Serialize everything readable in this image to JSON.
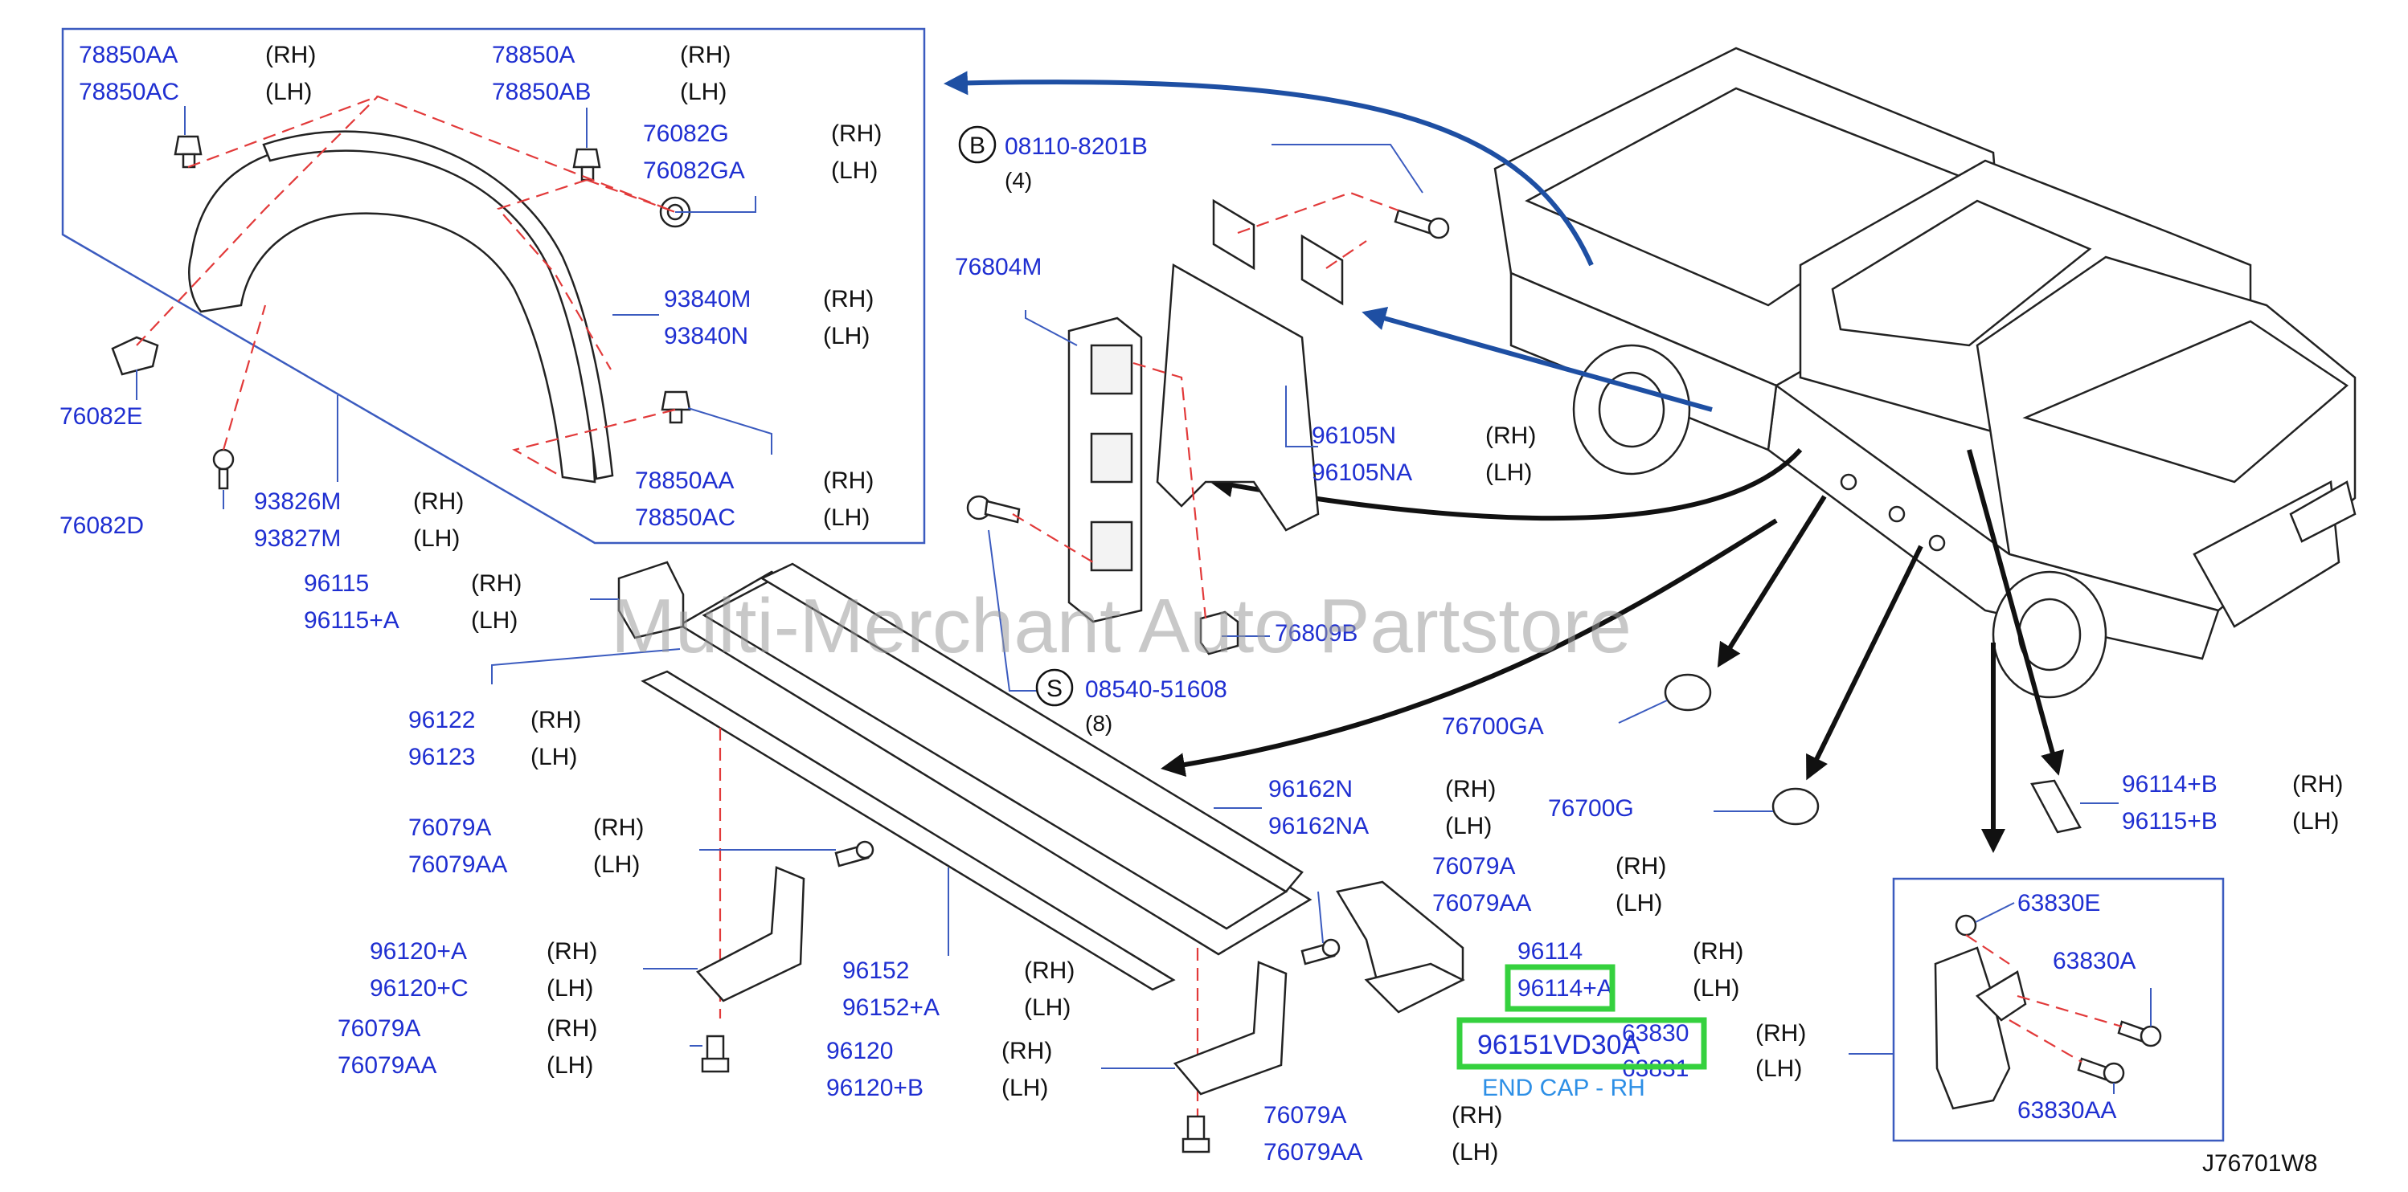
{
  "labels": {
    "l_78850AA_top": {
      "pn": "78850AA",
      "side": "(RH)"
    },
    "l_78850AC_top": {
      "pn": "78850AC",
      "side": "(LH)"
    },
    "l_78850A": {
      "pn": "78850A",
      "side": "(RH)"
    },
    "l_78850AB": {
      "pn": "78850AB",
      "side": "(LH)"
    },
    "l_76082G": {
      "pn": "76082G",
      "side": "(RH)"
    },
    "l_76082GA": {
      "pn": "76082GA",
      "side": "(LH)"
    },
    "l_93840M": {
      "pn": "93840M",
      "side": "(RH)"
    },
    "l_93840N": {
      "pn": "93840N",
      "side": "(LH)"
    },
    "l_76082E": {
      "pn": "76082E"
    },
    "l_78850AA_bot": {
      "pn": "78850AA",
      "side": "(RH)"
    },
    "l_78850AC_bot": {
      "pn": "78850AC",
      "side": "(LH)"
    },
    "l_76082D": {
      "pn": "76082D"
    },
    "l_93826M": {
      "pn": "93826M",
      "side": "(RH)"
    },
    "l_93827M": {
      "pn": "93827M",
      "side": "(LH)"
    },
    "l_08110": {
      "circle": "B",
      "pn": "08110-8201B",
      "qty": "(4)"
    },
    "l_76804M": {
      "pn": "76804M"
    },
    "l_96105N": {
      "pn": "96105N",
      "side": "(RH)"
    },
    "l_96105NA": {
      "pn": "96105NA",
      "side": "(LH)"
    },
    "l_96115": {
      "pn": "96115",
      "side": "(RH)"
    },
    "l_96115A": {
      "pn": "96115+A",
      "side": "(LH)"
    },
    "l_76809B": {
      "pn": "76809B"
    },
    "l_08540": {
      "circle": "S",
      "pn": "08540-51608",
      "qty": "(8)"
    },
    "l_96122": {
      "pn": "96122",
      "side": "(RH)"
    },
    "l_96123": {
      "pn": "96123",
      "side": "(LH)"
    },
    "l_76700GA": {
      "pn": "76700GA"
    },
    "l_96162N": {
      "pn": "96162N",
      "side": "(RH)"
    },
    "l_96162NA": {
      "pn": "96162NA",
      "side": "(LH)"
    },
    "l_76700G": {
      "pn": "76700G"
    },
    "l_96114B": {
      "pn": "96114+B",
      "side": "(RH)"
    },
    "l_96115B": {
      "pn": "96115+B",
      "side": "(LH)"
    },
    "l_76079A_1": {
      "pn": "76079A",
      "side": "(RH)"
    },
    "l_76079AA_1": {
      "pn": "76079AA",
      "side": "(LH)"
    },
    "l_76079A_2": {
      "pn": "76079A",
      "side": "(RH)"
    },
    "l_76079AA_2": {
      "pn": "76079AA",
      "side": "(LH)"
    },
    "l_96120A": {
      "pn": "96120+A",
      "side": "(RH)"
    },
    "l_96120C": {
      "pn": "96120+C",
      "side": "(LH)"
    },
    "l_96152": {
      "pn": "96152",
      "side": "(RH)"
    },
    "l_96152A": {
      "pn": "96152+A",
      "side": "(LH)"
    },
    "l_96114": {
      "pn": "96114",
      "side": "(RH)"
    },
    "l_96114A": {
      "pn": "96114+A",
      "side": "(LH)"
    },
    "l_63830": {
      "pn": "63830",
      "side": "(RH)"
    },
    "l_63831": {
      "pn": "63831",
      "side": "(LH)"
    },
    "l_76079A_3": {
      "pn": "76079A",
      "side": "(RH)"
    },
    "l_76079AA_3": {
      "pn": "76079AA",
      "side": "(LH)"
    },
    "l_96120": {
      "pn": "96120",
      "side": "(RH)"
    },
    "l_96120B": {
      "pn": "96120+B",
      "side": "(LH)"
    },
    "l_76079A_4": {
      "pn": "76079A",
      "side": "(RH)"
    },
    "l_76079AA_4": {
      "pn": "76079AA",
      "side": "(LH)"
    },
    "l_63830E": {
      "pn": "63830E"
    },
    "l_63830A": {
      "pn": "63830A"
    },
    "l_63830AA": {
      "pn": "63830AA"
    }
  },
  "highlight": {
    "part_number": "96151VD30A",
    "caption": "END CAP - RH",
    "color": "#35d13e"
  },
  "watermark": "Multi-Merchant Auto Partstore",
  "diagram_ref": "J76701W8",
  "colors": {
    "part_number": "#1f2fd1",
    "leader": "#3b5bbf",
    "dashed": "#e23a3a",
    "arrow_blue": "#1e4fa3"
  }
}
